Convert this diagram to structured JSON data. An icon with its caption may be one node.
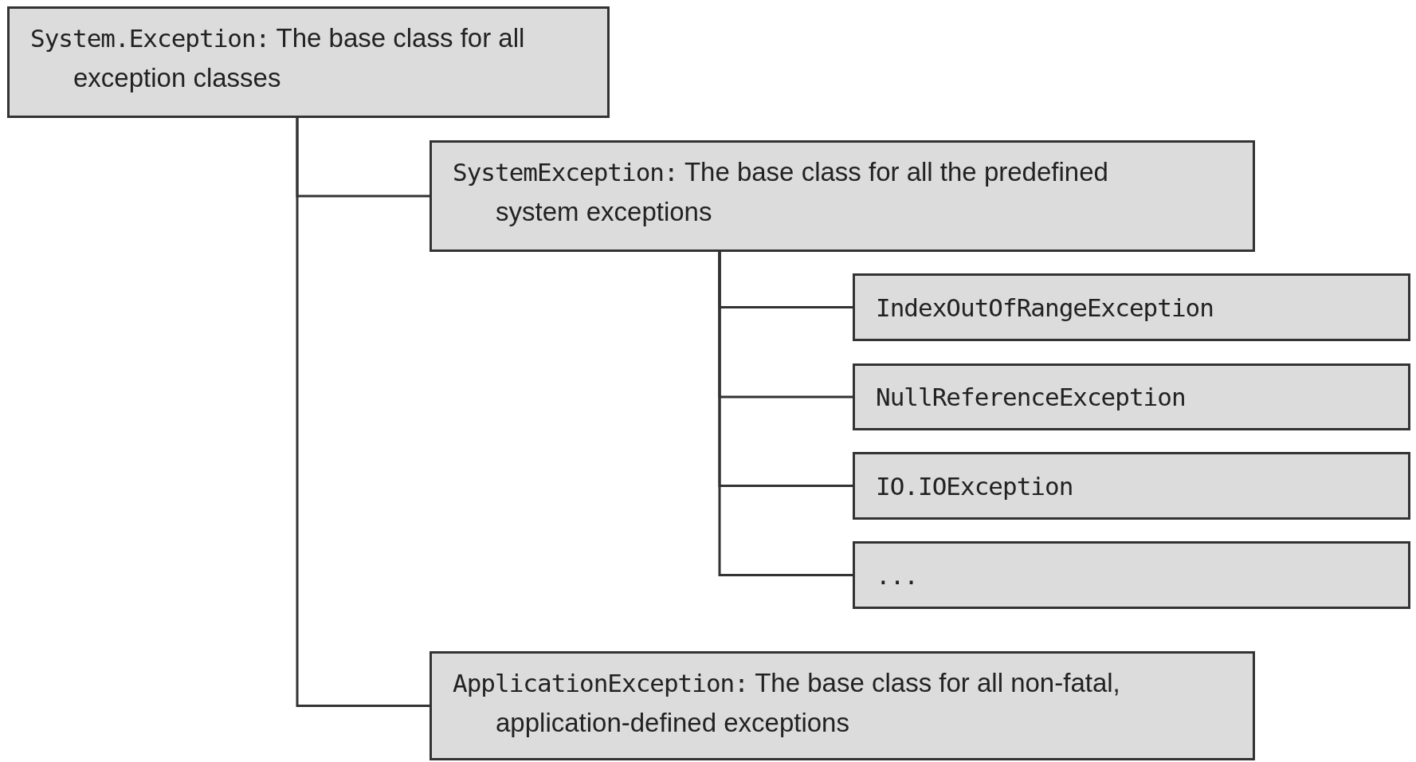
{
  "diagram": {
    "nodes": [
      {
        "text": [
          "System.Exception:",
          "The base class for all exception classes"
        ]
      },
      {
        "text": [
          "SystemException:",
          "The base class for all the predefined system exceptions"
        ]
      },
      {
        "text": [
          "IndexOutOfRangeException"
        ]
      },
      {
        "text": [
          "NullReferenceException"
        ]
      },
      {
        "text": [
          "IO.IOException"
        ]
      },
      {
        "text": [
          "..."
        ]
      },
      {
        "text": [
          "ApplicationException:",
          "The base class for all non-fatal, application-defined exceptions"
        ]
      }
    ],
    "edges": [
      {
        "from": 0,
        "to": 1,
        "arrow": "none"
      },
      {
        "from": 0,
        "to": 6,
        "arrow": "none"
      },
      {
        "from": 1,
        "to": 2,
        "arrow": "none"
      },
      {
        "from": 1,
        "to": 3,
        "arrow": "none"
      },
      {
        "from": 1,
        "to": 4,
        "arrow": "none"
      },
      {
        "from": 1,
        "to": 5,
        "arrow": "none"
      }
    ]
  }
}
